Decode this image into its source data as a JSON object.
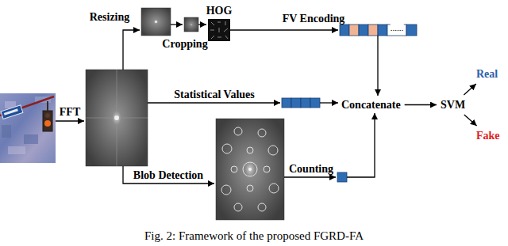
{
  "diagram": {
    "caption": "Fig. 2: Framework of the proposed FGRD-FA",
    "nodes": [
      {
        "text": [
          "Concatenate"
        ]
      },
      {
        "text": [
          "SVM"
        ]
      },
      {
        "text": [
          "Real"
        ]
      },
      {
        "text": [
          "Fake"
        ]
      }
    ],
    "edges": [
      {
        "from": 0,
        "to": 1,
        "arrow": "to"
      },
      {
        "from": 1,
        "to": 2,
        "arrow": "to"
      },
      {
        "from": 1,
        "to": 3,
        "arrow": "to"
      }
    ],
    "labels": [
      "FFT",
      "Resizing",
      "Cropping",
      "HOG",
      "FV Encoding",
      "......",
      "Statistical Values",
      "Blob Detection",
      "Counting"
    ]
  }
}
